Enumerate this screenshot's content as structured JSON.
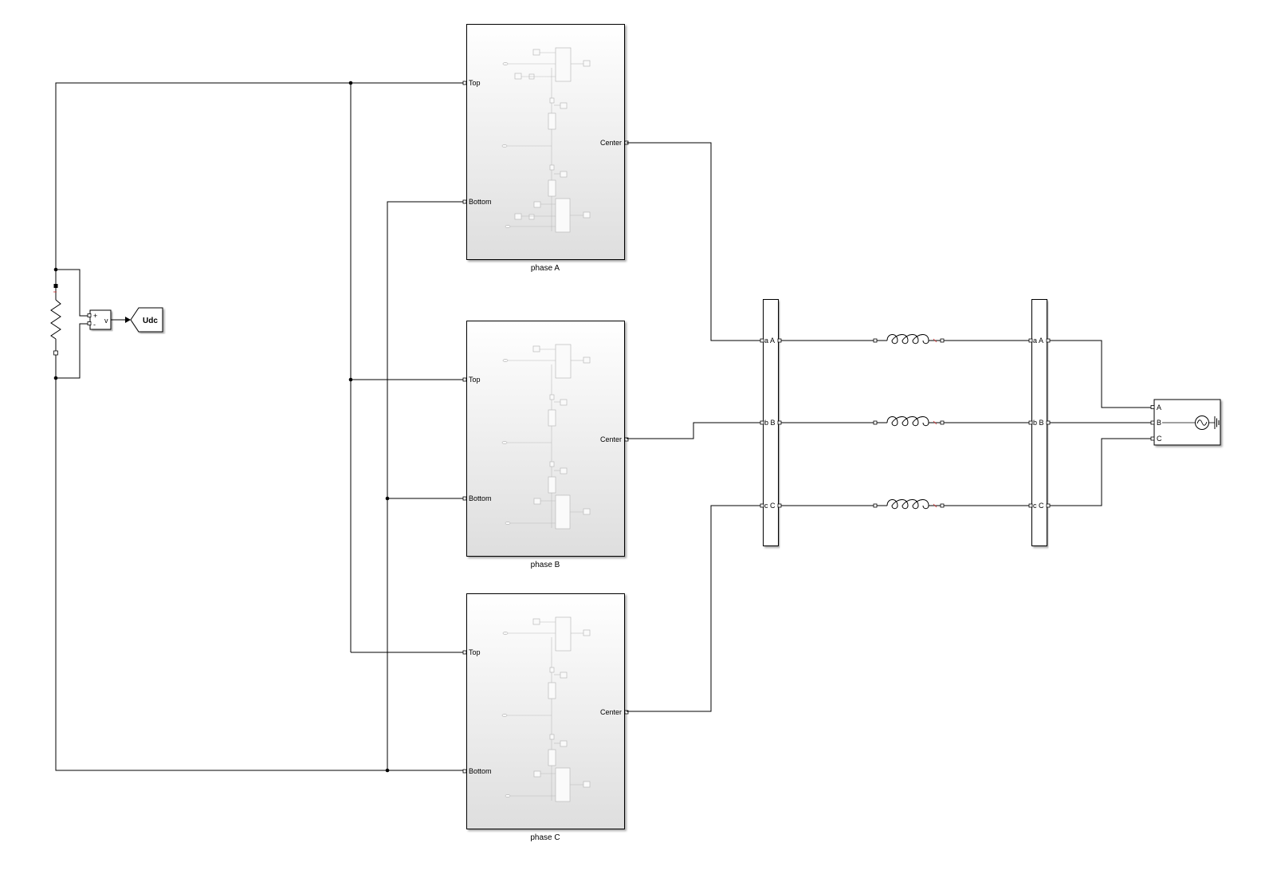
{
  "subsystems": [
    {
      "caption": "phase A",
      "ports": {
        "top": "Top",
        "bottom": "Bottom",
        "center": "Center"
      }
    },
    {
      "caption": "phase B",
      "ports": {
        "top": "Top",
        "bottom": "Bottom",
        "center": "Center"
      }
    },
    {
      "caption": "phase C",
      "ports": {
        "top": "Top",
        "bottom": "Bottom",
        "center": "Center"
      }
    }
  ],
  "voltage_sensor": {
    "plus": "+",
    "minus": "-",
    "out": "v"
  },
  "goto_tag": "Udc",
  "bus_left": {
    "ports": [
      "a A",
      "b B",
      "c C"
    ]
  },
  "bus_right": {
    "ports": [
      "a A",
      "b B",
      "c C"
    ]
  },
  "source": {
    "ports": [
      "A",
      "B",
      "C"
    ]
  }
}
